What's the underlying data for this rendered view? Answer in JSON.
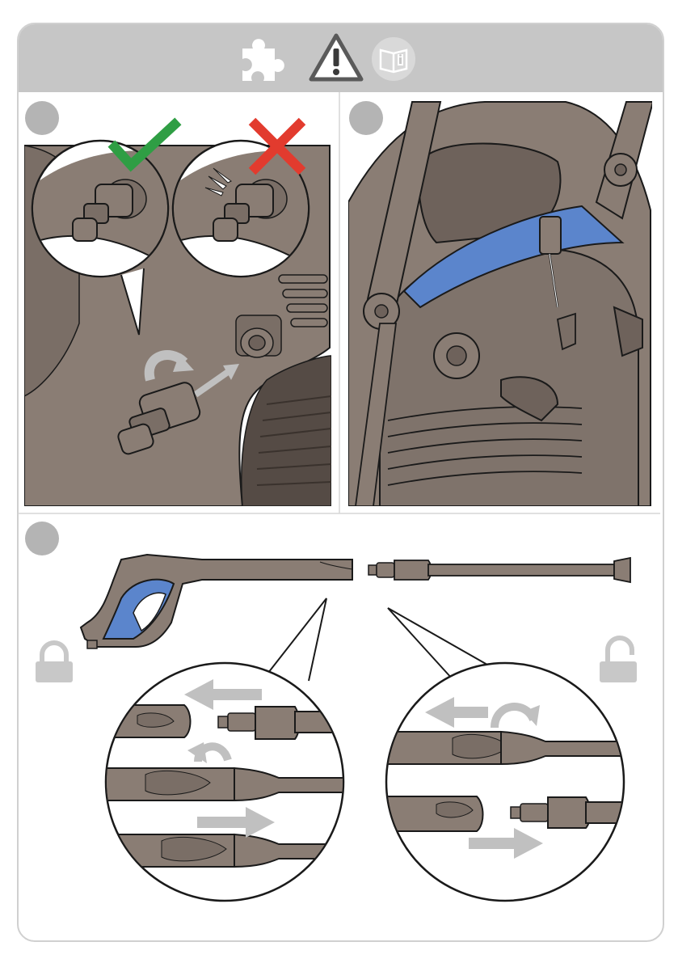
{
  "header": {
    "icons": [
      "puzzle-icon",
      "warning-icon",
      "manual-info-icon"
    ],
    "background": "#c6c6c6"
  },
  "steps": [
    {
      "id": "step-1",
      "badge": "",
      "content": "water-inlet-connector-attach"
    },
    {
      "id": "step-2",
      "badge": "",
      "content": "hose-hook-position"
    },
    {
      "id": "step-3",
      "badge": "",
      "content": "gun-lance-connect-disconnect"
    }
  ],
  "symbols": {
    "correct": "check-icon",
    "incorrect": "cross-icon",
    "locked": "lock-closed-icon",
    "unlocked": "lock-open-icon"
  },
  "colors": {
    "body": "#8a7d74",
    "body_dark": "#6e625b",
    "outline": "#1a1a1a",
    "accent_blue": "#5b85cc",
    "check_green": "#2f9e44",
    "cross_red": "#e23b2e",
    "arrow_grey": "#bdbdbd",
    "badge_grey": "#b4b4b4"
  }
}
